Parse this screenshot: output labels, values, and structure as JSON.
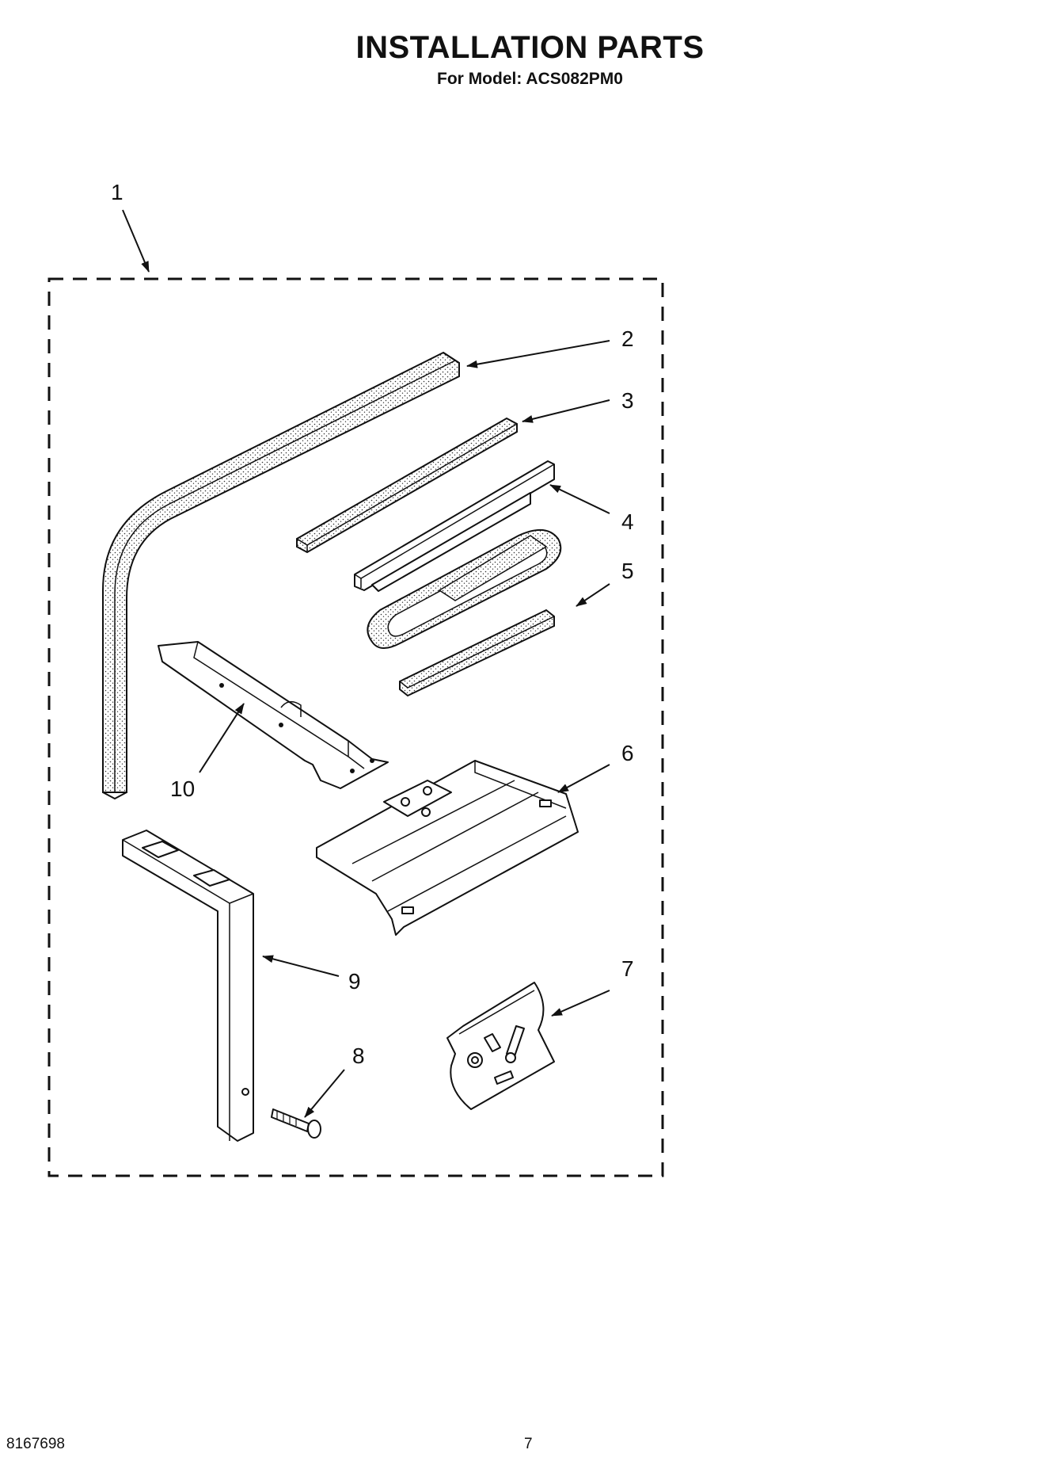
{
  "header": {
    "title": "INSTALLATION PARTS",
    "subtitle": "For Model: ACS082PM0"
  },
  "callouts": [
    "1",
    "2",
    "3",
    "4",
    "5",
    "6",
    "7",
    "8",
    "9",
    "10"
  ],
  "footer": {
    "doc_number": "8167698",
    "page": "7"
  }
}
